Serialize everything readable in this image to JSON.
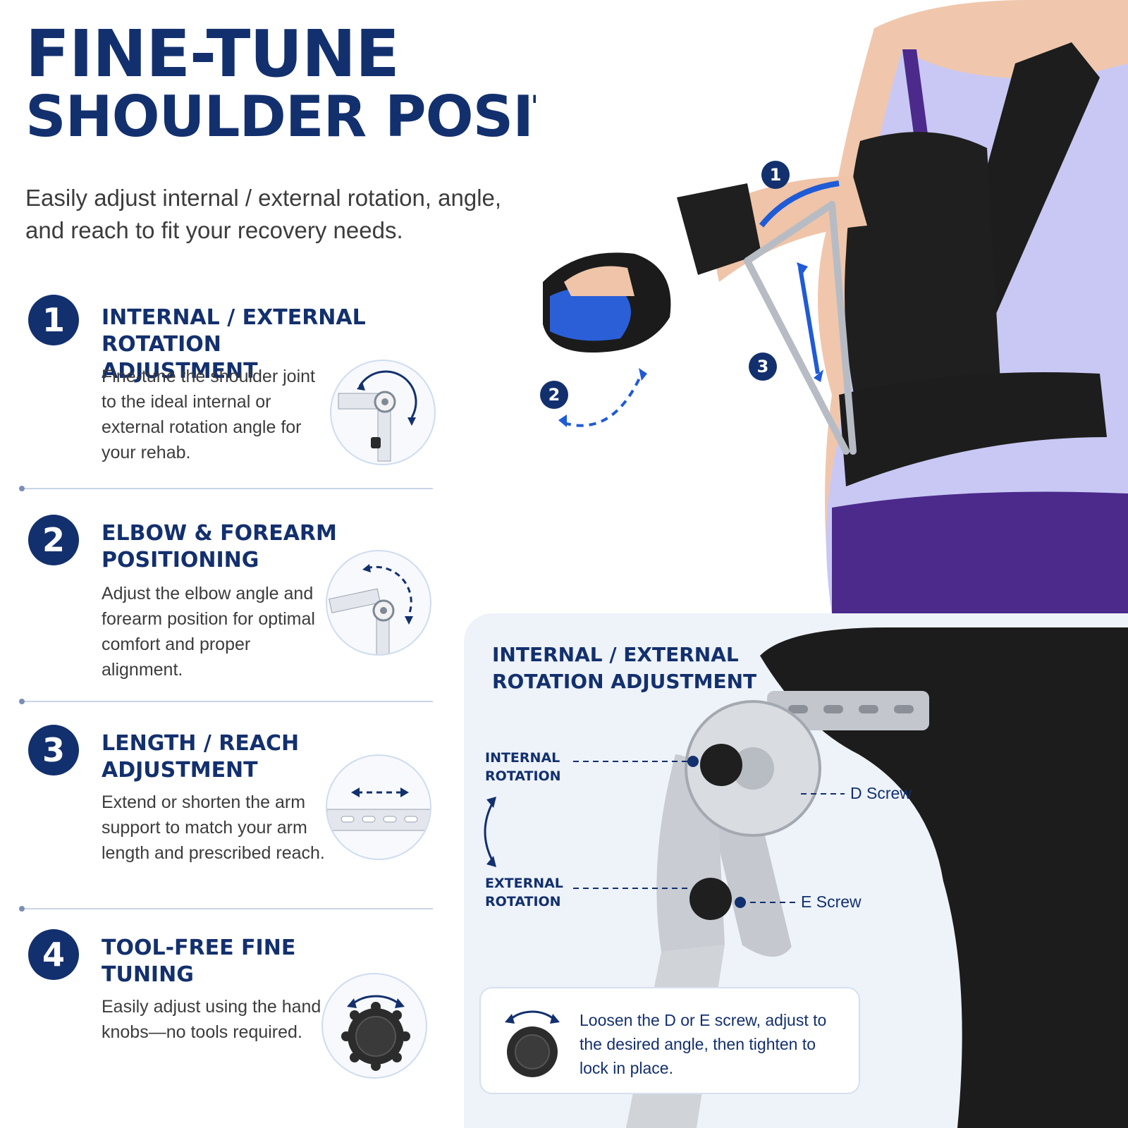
{
  "headline": {
    "line1": "FINE-TUNE",
    "line2": "SHOULDER POSITIONING"
  },
  "subhead": "Easily adjust internal / external rotation, angle, and reach to fit your recovery needs.",
  "features": [
    {
      "number": "1",
      "title": "INTERNAL / EXTERNAL ROTATION ADJUSTMENT",
      "description": "Fine-tune the shoulder joint to the ideal internal or external rotation angle for your rehab.",
      "icon": "rotation-joint-icon"
    },
    {
      "number": "2",
      "title": "ELBOW & FOREARM POSITIONING",
      "description": "Adjust the elbow angle and forearm position for optimal comfort and proper alignment.",
      "icon": "elbow-angle-icon"
    },
    {
      "number": "3",
      "title": "LENGTH / REACH ADJUSTMENT",
      "description": "Extend or shorten the arm support to match your arm length and prescribed reach.",
      "icon": "length-slider-icon"
    },
    {
      "number": "4",
      "title": "TOOL-FREE FINE TUNING",
      "description": "Easily adjust using the hand knobs—no tools required.",
      "icon": "hand-knob-icon"
    }
  ],
  "photo": {
    "markers": [
      "1",
      "2",
      "3"
    ]
  },
  "detail": {
    "title": "INTERNAL / EXTERNAL ROTATION ADJUSTMENT",
    "internal_label": "INTERNAL ROTATION",
    "external_label": "EXTERNAL ROTATION",
    "d_screw": "D Screw",
    "e_screw": "E Screw",
    "tip": "Loosen the D or E screw, adjust to the desired angle, then tighten to lock in place."
  },
  "colors": {
    "navy": "#13306e",
    "accent_blue": "#1f5bd6",
    "lavender": "#c9c8f4",
    "purple": "#4b2a8c"
  }
}
